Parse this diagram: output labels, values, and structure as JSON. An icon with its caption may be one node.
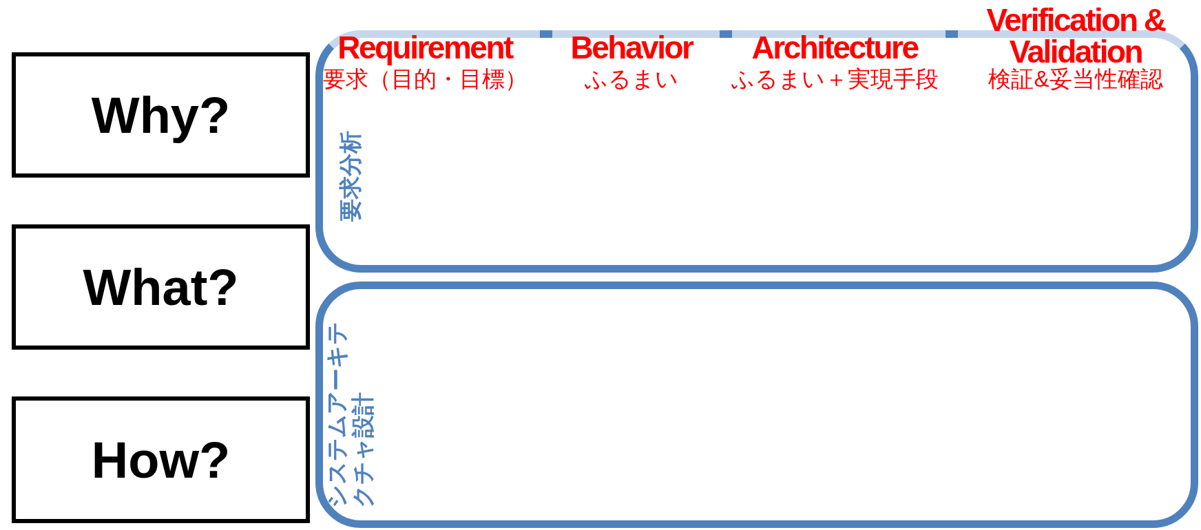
{
  "diagram": {
    "nodes": [
      {
        "text": [
          "Why?"
        ]
      },
      {
        "text": [
          "What?"
        ]
      },
      {
        "text": [
          "How?"
        ]
      },
      {
        "text": [
          "要求分析"
        ]
      },
      {
        "text": [
          "システムアーキテクチャ設計"
        ]
      }
    ],
    "labels": [
      "Requirement",
      "Behavior",
      "Architecture",
      "Verification & Validation",
      "要求（目的・目標）",
      "ふるまい",
      "ふるまい＋実現手段",
      "検証&妥当性確認"
    ]
  }
}
